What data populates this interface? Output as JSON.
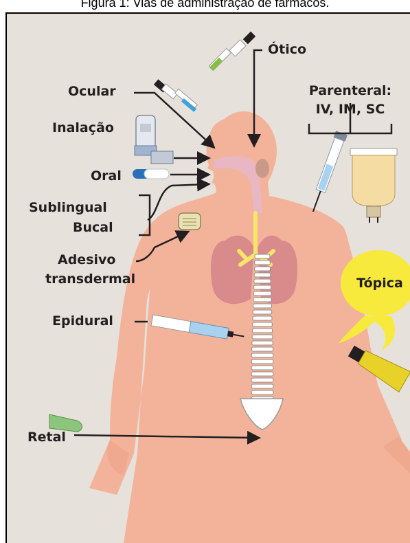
{
  "caption": "Figura 1: Vias de administração de fármacos.",
  "colors": {
    "background": "#e6e1da",
    "skin": "#f2b39a",
    "lungs": "#d98a8a",
    "spine": "#ffffff",
    "nerves": "#f7e66a",
    "topical_bubble": "#f7ea3c",
    "tube": "#e8d22a",
    "syringe_liquid": "#7fb6e0",
    "iv_bag": "#f4dca2",
    "text": "#231f20"
  },
  "labels": {
    "otico": "Ótico",
    "ocular": "Ocular",
    "inalacao": "Inalação",
    "oral": "Oral",
    "sublingual": "Sublingual",
    "bucal": "Bucal",
    "adesivo": "Adesivo",
    "transdermal": "transdermal",
    "epidural": "Epidural",
    "retal": "Retal",
    "parenteral_1": "Parenteral:",
    "parenteral_2": "IV, IM, SC",
    "topica": "Tópica"
  },
  "icons": [
    "eye-dropper-icon",
    "ear-dropper-icon",
    "inhaler-icon",
    "capsule-icon",
    "transdermal-patch-icon",
    "epidural-syringe-icon",
    "suppository-icon",
    "syringe-icon",
    "iv-bag-icon",
    "ointment-tube-icon"
  ]
}
